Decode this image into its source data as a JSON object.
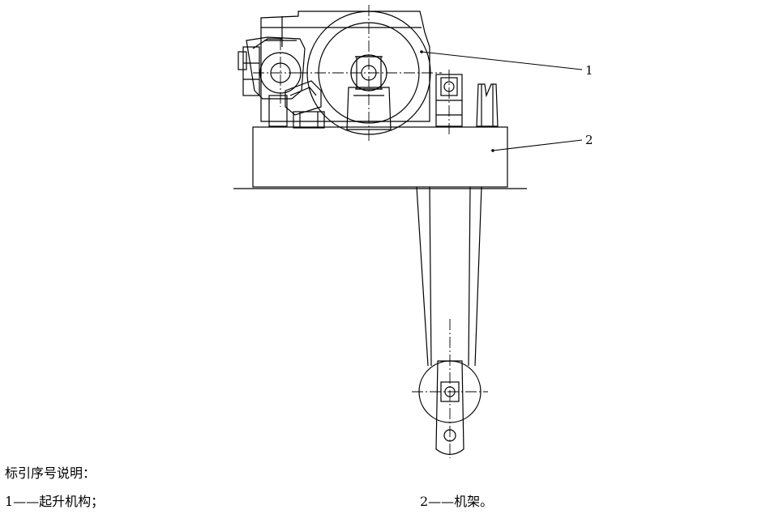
{
  "diagram": {
    "callouts": [
      {
        "number": "1"
      },
      {
        "number": "2"
      }
    ]
  },
  "legend": {
    "title": "标引序号说明：",
    "items": [
      {
        "text": "1——起升机构；"
      },
      {
        "text": "2——机架。"
      }
    ]
  },
  "colors": {
    "line": "#000000",
    "background": "#ffffff"
  }
}
